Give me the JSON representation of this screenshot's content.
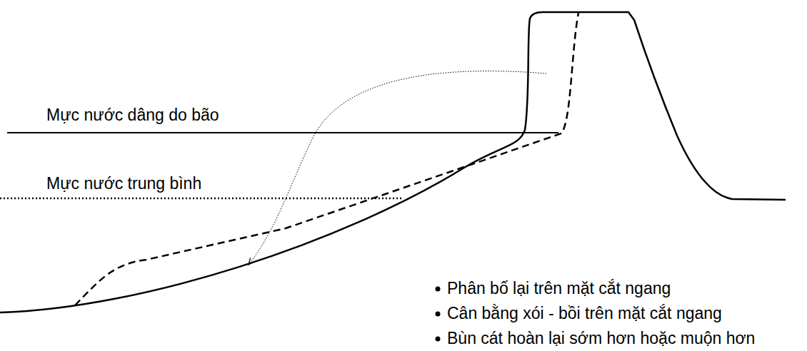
{
  "diagram": {
    "labels": [
      "Mực nước dâng do bão",
      "Mực nước trung bình",
      "Phân bố lại trên mặt cắt ngang",
      "Cân bằng xói - bồi trên mặt cắt ngang",
      "Bùn cát hoàn lại sớm hơn hoặc muộn hơn"
    ]
  }
}
